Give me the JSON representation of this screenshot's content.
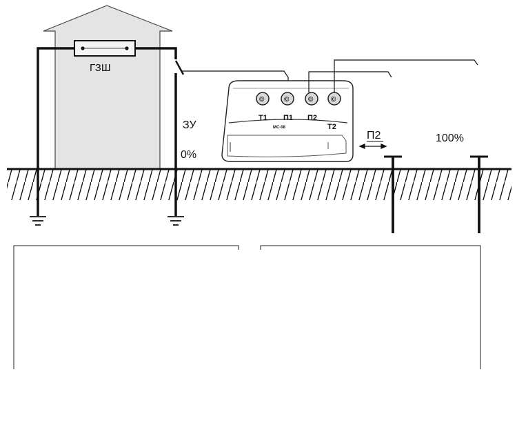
{
  "labels": {
    "busbar": "ГЗШ",
    "grounding_device": "ЗУ",
    "zero_percent": "0%",
    "probe": "П2",
    "hundred_percent": "100%",
    "device_model": "МС-08"
  },
  "terminals": [
    {
      "label": "Т1",
      "symbol": "©"
    },
    {
      "label": "П1",
      "symbol": "©"
    },
    {
      "label": "П2",
      "symbol": "©"
    },
    {
      "label": "Т2",
      "symbol": "©"
    }
  ],
  "colors": {
    "building_fill": "#e4e4e4",
    "line": "#111111",
    "terminal_fill": "#d8d8d8"
  }
}
